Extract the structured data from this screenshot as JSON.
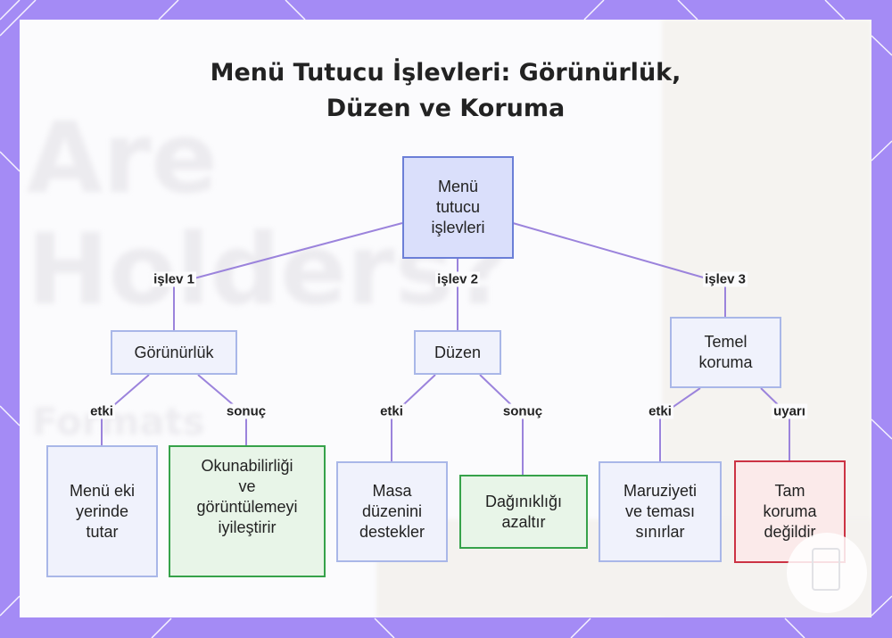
{
  "title": {
    "line1": "Menü Tutucu İşlevleri: Görünürlük,",
    "line2": "Düzen ve Koruma"
  },
  "background_text": {
    "line1": "Are",
    "line2": "Holders?",
    "line3": "Formats"
  },
  "nodes": {
    "root": {
      "lines": [
        "Menü",
        "tutucu",
        "işlevleri"
      ]
    },
    "gorunurluk": {
      "lines": [
        "Görünürlük"
      ]
    },
    "duzen": {
      "lines": [
        "Düzen"
      ]
    },
    "koruma": {
      "lines": [
        "Temel",
        "koruma"
      ]
    },
    "g_etki": {
      "lines": [
        "Menü eki",
        "yerinde",
        "tutar"
      ]
    },
    "g_sonuc": {
      "lines": [
        "Okunabilirliği",
        "ve",
        "görüntülemeyi",
        "iyileştirir"
      ]
    },
    "d_etki": {
      "lines": [
        "Masa",
        "düzenini",
        "destekler"
      ]
    },
    "d_sonuc": {
      "lines": [
        "Dağınıklığı",
        "azaltır"
      ]
    },
    "k_etki": {
      "lines": [
        "Maruziyeti",
        "ve teması",
        "sınırlar"
      ]
    },
    "k_uyari": {
      "lines": [
        "Tam",
        "koruma",
        "değildir"
      ]
    }
  },
  "edge_labels": {
    "islev1": "işlev 1",
    "islev2": "işlev 2",
    "islev3": "işlev 3",
    "g_etki": "etki",
    "g_sonuc": "sonuç",
    "d_etki": "etki",
    "d_sonuc": "sonuç",
    "k_etki": "etki",
    "k_uyari": "uyarı"
  },
  "colors": {
    "edge": "#9b83dc",
    "root_fill": "#dadffb",
    "node_fill": "#f0f2fc",
    "result_border": "#36a24a",
    "warning_border": "#cc3344"
  }
}
